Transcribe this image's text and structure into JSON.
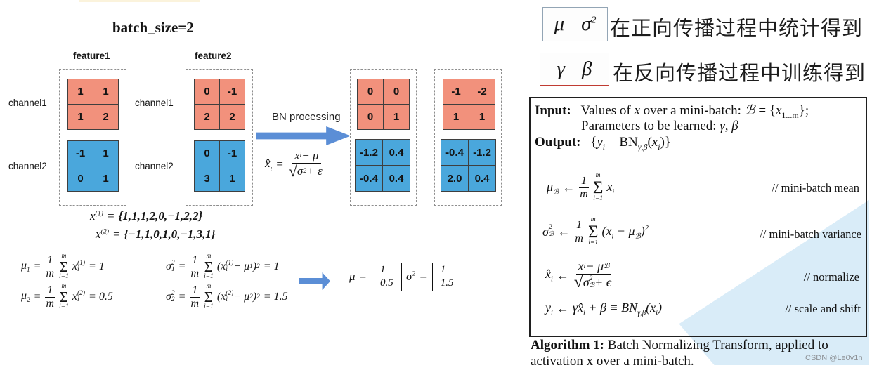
{
  "left": {
    "title": "batch_size=2",
    "bn_label": "BN processing",
    "features": {
      "f1": "feature1",
      "f2": "feature2"
    },
    "channels": {
      "c1": "channel1",
      "c2": "channel2"
    },
    "matrices": {
      "f1c1": [
        "1",
        "1",
        "1",
        "2"
      ],
      "f1c2": [
        "-1",
        "1",
        "0",
        "1"
      ],
      "f2c1": [
        "0",
        "-1",
        "2",
        "2"
      ],
      "f2c2": [
        "0",
        "-1",
        "3",
        "1"
      ],
      "o1c1": [
        "0",
        "0",
        "0",
        "1"
      ],
      "o1c2": [
        "-1.2",
        "0.4",
        "-0.4",
        "0.4"
      ],
      "o2c1": [
        "-1",
        "-2",
        "1",
        "1"
      ],
      "o2c2": [
        "-0.4",
        "-1.2",
        "2.0",
        "0.4"
      ]
    }
  },
  "math": {
    "sigma": "Σ",
    "xhat": {
      "lhs": "x̂",
      "lhs_sub": "i",
      "eq": "=",
      "nx": "x",
      "nxsub": "i",
      "nrest": " − μ",
      "rsign": "√",
      "rx": "σ",
      "rxsup": "2",
      "rrest": " + ε"
    },
    "x1": {
      "lhs": "x",
      "sup": "(1)",
      "eq": "=",
      "set": "{1,1,1,2,0,−1,2,2}"
    },
    "x2": {
      "lhs": "x",
      "sup": "(2)",
      "eq": "=",
      "set": "{−1,1,0,1,0,−1,3,1}"
    },
    "mu1": {
      "sym": "μ",
      "sub": "1",
      "eq": "=",
      "num": "1",
      "den": "m",
      "stop": "m",
      "sbot": "i=1",
      "tx": "x",
      "txsub": "i",
      "txsup": "(1)",
      "res": "= 1"
    },
    "mu2": {
      "sym": "μ",
      "sub": "2",
      "eq": "=",
      "num": "1",
      "den": "m",
      "stop": "m",
      "sbot": "i=1",
      "tx": "x",
      "txsub": "i",
      "txsup": "(2)",
      "res": "= 0.5"
    },
    "sg1": {
      "sym": "σ",
      "sub": "1",
      "sup": "2",
      "eq": "=",
      "num": "1",
      "den": "m",
      "stop": "m",
      "sbot": "i=1",
      "t1": "(",
      "tx": "x",
      "txsub": "i",
      "txsup": "(1)",
      "t2": "− μ",
      "t2sub": "1",
      "t3": ")",
      "t3sup": "2",
      "res": "= 1"
    },
    "sg2": {
      "sym": "σ",
      "sub": "2",
      "sup": "2",
      "eq": "=",
      "num": "1",
      "den": "m",
      "stop": "m",
      "sbot": "i=1",
      "t1": "(",
      "tx": "x",
      "txsub": "i",
      "txsup": "(2)",
      "t2": "− μ",
      "t2sub": "2",
      "t3": ")",
      "t3sup": "2",
      "res": "= 1.5"
    },
    "muvec": {
      "sym": "μ",
      "eq": "=",
      "v": [
        "1",
        "0.5"
      ]
    },
    "s2vec": {
      "sym": "σ",
      "sup": "2",
      "eq": "=",
      "v": [
        "1",
        "1.5"
      ]
    }
  },
  "legend": {
    "stat": {
      "sym1": "μ",
      "sym2": "σ",
      "sym2_sup": "2",
      "text": "在正向传播过程中统计得到"
    },
    "train": {
      "sym1": "γ",
      "sym2": "β",
      "text": "在反向传播过程中训练得到"
    }
  },
  "algorithm": {
    "input_label": "Input:",
    "input_a": "Values of ",
    "input_x": "x",
    "input_b": " over a mini-batch: ",
    "input_B": "ℬ",
    "input_c": " = {",
    "input_x2": "x",
    "input_sub": "1...m",
    "input_d": "};",
    "input2": "Parameters to be learned: ",
    "input2_gb": "γ, β",
    "output_label": "Output:",
    "out_a": "{",
    "out_y": "y",
    "out_ysub": "i",
    "out_b": " = BN",
    "out_bsub": "γ,β",
    "out_c": "(",
    "out_x": "x",
    "out_xsub": "i",
    "out_d": ")}",
    "eq1": {
      "lhs": "μ",
      "lhs_sub": "ℬ",
      "arr": "←",
      "num": "1",
      "den": "m",
      "stop": "m",
      "sbot": "i=1",
      "tx": "x",
      "txsub": "i",
      "comment": "// mini-batch mean"
    },
    "eq2": {
      "lhs": "σ",
      "lhs_sub": "ℬ",
      "lhs_sup": "2",
      "arr": "←",
      "num": "1",
      "den": "m",
      "stop": "m",
      "sbot": "i=1",
      "t1": "(",
      "tx": "x",
      "txsub": "i",
      "t2": " − μ",
      "t2sub": "ℬ",
      "t3": ")",
      "t3sup": "2",
      "comment": "// mini-batch variance"
    },
    "eq3": {
      "lhs": "x̂",
      "lhs_sub": "i",
      "arr": "←",
      "nx": "x",
      "nxsub": "i",
      "nrest": " − μ",
      "nsub": "ℬ",
      "rsign": "√",
      "rx": "σ",
      "rxsup": "2",
      "rxsub": "ℬ",
      "rrest": " + ϵ",
      "comment": "// normalize"
    },
    "eq4": {
      "lhs": "y",
      "lhs_sub": "i",
      "arr": "←",
      "b1": "γ",
      "b2": "x̂",
      "b2sub": "i",
      "b3": " + β ≡ BN",
      "b3sub": "γ,β",
      "b4": "(",
      "b5": "x",
      "b5sub": "i",
      "b6": ")",
      "comment": "// scale and shift"
    }
  },
  "caption": {
    "bold": "Algorithm 1:",
    "line1": " Batch Normalizing Transform, applied to",
    "line2": "activation x over a mini-batch."
  },
  "watermark": "CSDN @Le0v1n"
}
